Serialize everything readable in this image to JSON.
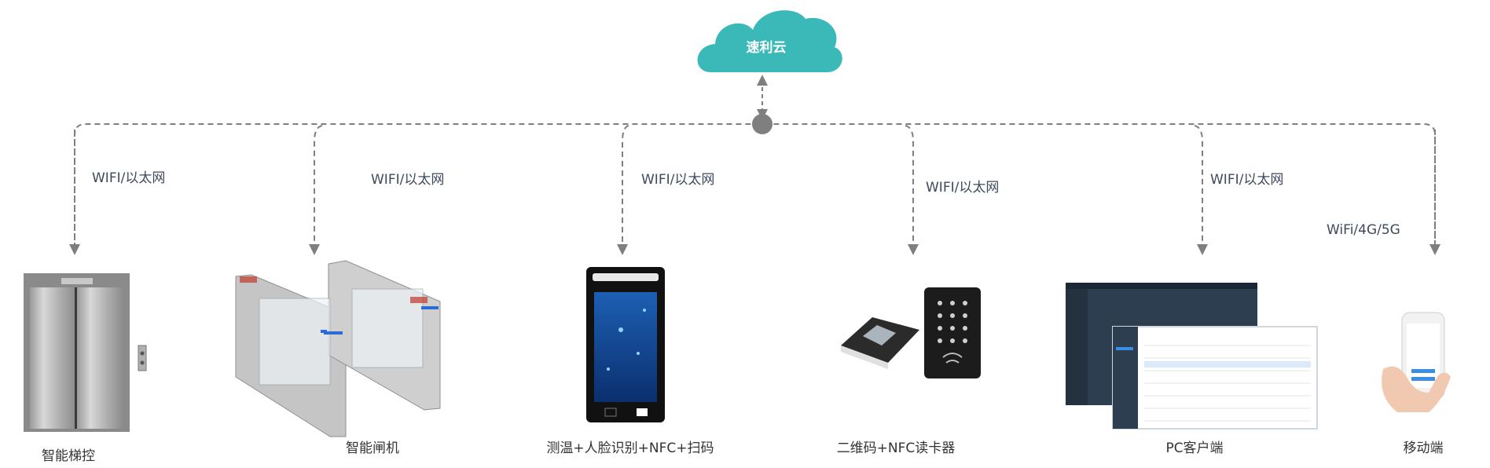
{
  "cloud": {
    "label": "速利云",
    "color": "#3bb9b8"
  },
  "connections": [
    {
      "label": "WIFI/以太网"
    },
    {
      "label": "WIFI/以太网"
    },
    {
      "label": "WIFI/以太网"
    },
    {
      "label": "WIFI/以太网"
    },
    {
      "label": "WIFI/以太网"
    },
    {
      "label": "WiFi/4G/5G"
    }
  ],
  "devices": [
    {
      "name": "智能梯控",
      "icon": "elevator-icon"
    },
    {
      "name": "智能闸机",
      "icon": "turnstile-icon"
    },
    {
      "name": "测温+人脸识别+NFC+扫码",
      "icon": "face-recognition-terminal-icon"
    },
    {
      "name": "二维码+NFC读卡器",
      "icon": "card-reader-icon"
    },
    {
      "name": "PC客户端",
      "icon": "pc-client-icon"
    },
    {
      "name": "移动端",
      "icon": "mobile-phone-icon"
    }
  ],
  "colors": {
    "line": "#7f7f7f",
    "hub": "#7f7f7f",
    "accent_blue": "#2a6bd6"
  }
}
